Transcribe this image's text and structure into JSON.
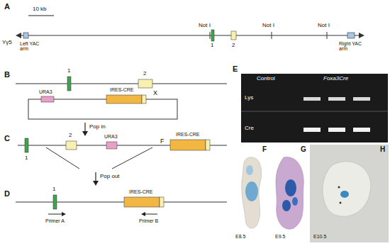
{
  "diagram": {
    "labels": [
      "A",
      "10 kb",
      "Yγ5",
      "Left YAC arm",
      "Not I",
      "1",
      "2",
      "Not I",
      "Not I",
      "Right YAC arm",
      "B",
      "1",
      "2",
      "URA3",
      "IRES-CRE",
      "X",
      "Pop in",
      "C",
      "1",
      "2",
      "URA3",
      "F",
      "IRES-CRE",
      "Pop out",
      "D",
      "1",
      "IRES-CRE",
      "Primer A",
      "Primer B",
      "E",
      "Control",
      "Foxa3Cre",
      "Lys",
      "Cre",
      "F",
      "G",
      "H",
      "E8.5",
      "E9.5",
      "E10.5"
    ]
  }
}
